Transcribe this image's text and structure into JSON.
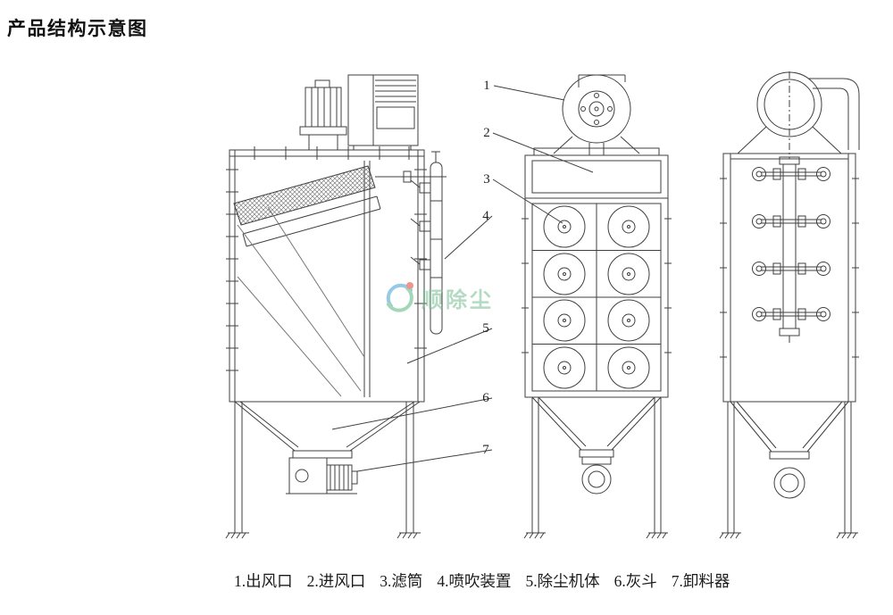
{
  "title": "产品结构示意图",
  "callouts": [
    "1",
    "2",
    "3",
    "4",
    "5",
    "6",
    "7"
  ],
  "legend": {
    "items": [
      "1.出风口",
      "2.进风口",
      "3.滤筒",
      "4.喷吹装置",
      "5.除尘机体",
      "6.灰斗",
      "7.卸料器"
    ]
  },
  "watermark": {
    "text": "顺除尘"
  },
  "colors": {
    "line": "#3f3f3f",
    "light_line": "#777777",
    "title_text": "#111111",
    "watermark_green": "#58b77e",
    "watermark_blue": "#3d9fd6",
    "watermark_red": "#e04038"
  }
}
